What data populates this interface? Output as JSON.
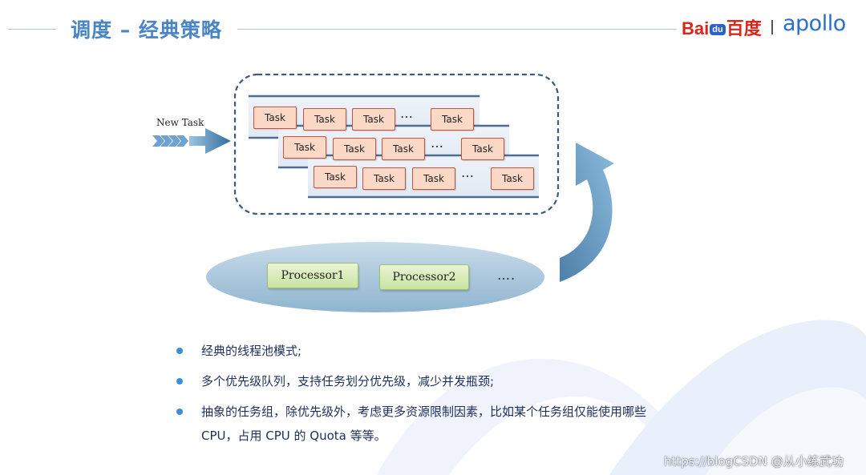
{
  "header": {
    "title": "调度 – 经典策略",
    "logos": {
      "baidu_prefix": "Bai",
      "baidu_badge": "du",
      "baidu_suffix": "百度",
      "separator": "|",
      "apollo": "apollo"
    }
  },
  "diagram": {
    "new_task_label": "New Task",
    "queues": [
      {
        "items": [
          "Task",
          "Task",
          "Task",
          "…",
          "Task"
        ]
      },
      {
        "items": [
          "Task",
          "Task",
          "Task",
          "…",
          "Task"
        ]
      },
      {
        "items": [
          "Task",
          "Task",
          "Task",
          "…",
          "Task"
        ]
      }
    ],
    "processors": [
      "Processor1",
      "Processor2"
    ],
    "processor_more": "…."
  },
  "bullets": [
    "经典的线程池模式;",
    "多个优先级队列，支持任务划分优先级，减少并发瓶颈;",
    "抽象的任务组，除优先级外，考虑更多资源限制因素，比如某个任务组仅能使用哪些 CPU，占用 CPU 的 Quota 等等。"
  ],
  "watermark": "https://blogCSDN @从小练武功",
  "colors": {
    "title": "#4a86c5",
    "accent_blue": "#3a8fd6",
    "task_fill": "#fbd9c6",
    "task_border": "#c9533e",
    "processor_fill": "#d6ebb5",
    "ellipse": "#a9c8dd"
  }
}
